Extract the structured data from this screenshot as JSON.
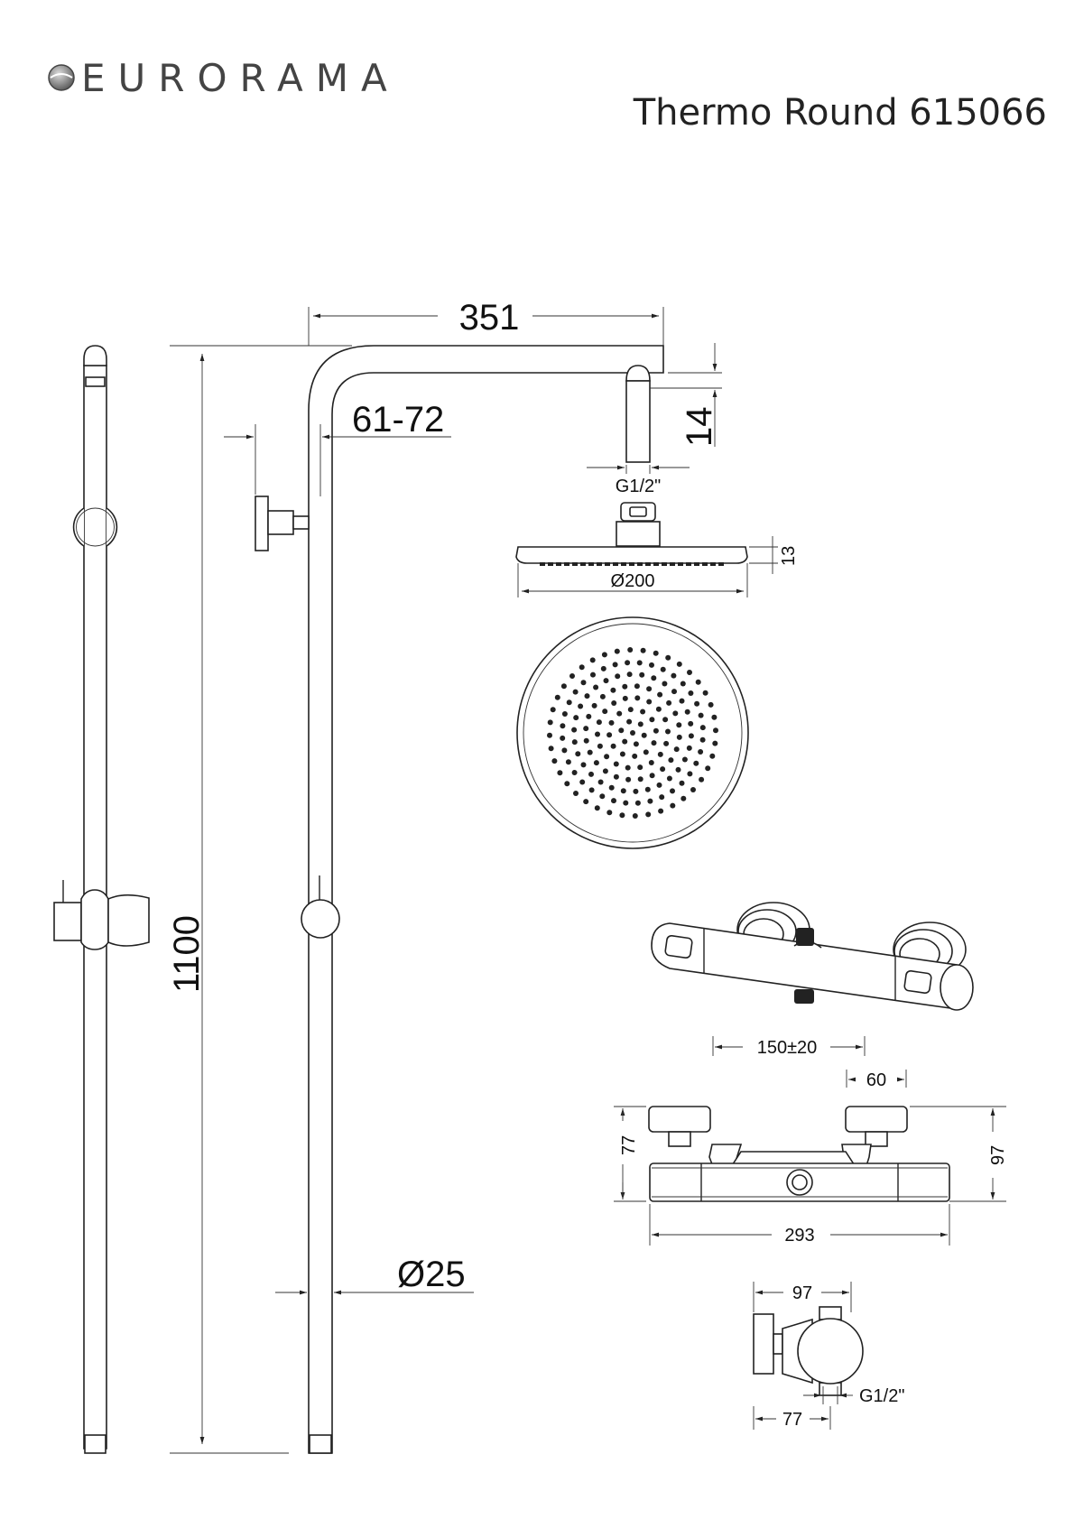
{
  "header": {
    "brand": "EURORAMA",
    "title": "Thermo Round 615066"
  },
  "dimensions": {
    "arm_length": "351",
    "arm_drop": "14",
    "wall_offset": "61-72",
    "total_height": "1100",
    "pipe_diameter": "Ø25",
    "head_thread": "G1/2\"",
    "head_thickness": "13",
    "head_diameter": "Ø200",
    "mixer_center_distance": "150±20",
    "mixer_knob_width": "60",
    "mixer_height_left": "77",
    "mixer_height_right": "97",
    "mixer_width": "293",
    "side_depth": "97",
    "side_thread": "G1/2\"",
    "side_depth_lower": "77"
  }
}
